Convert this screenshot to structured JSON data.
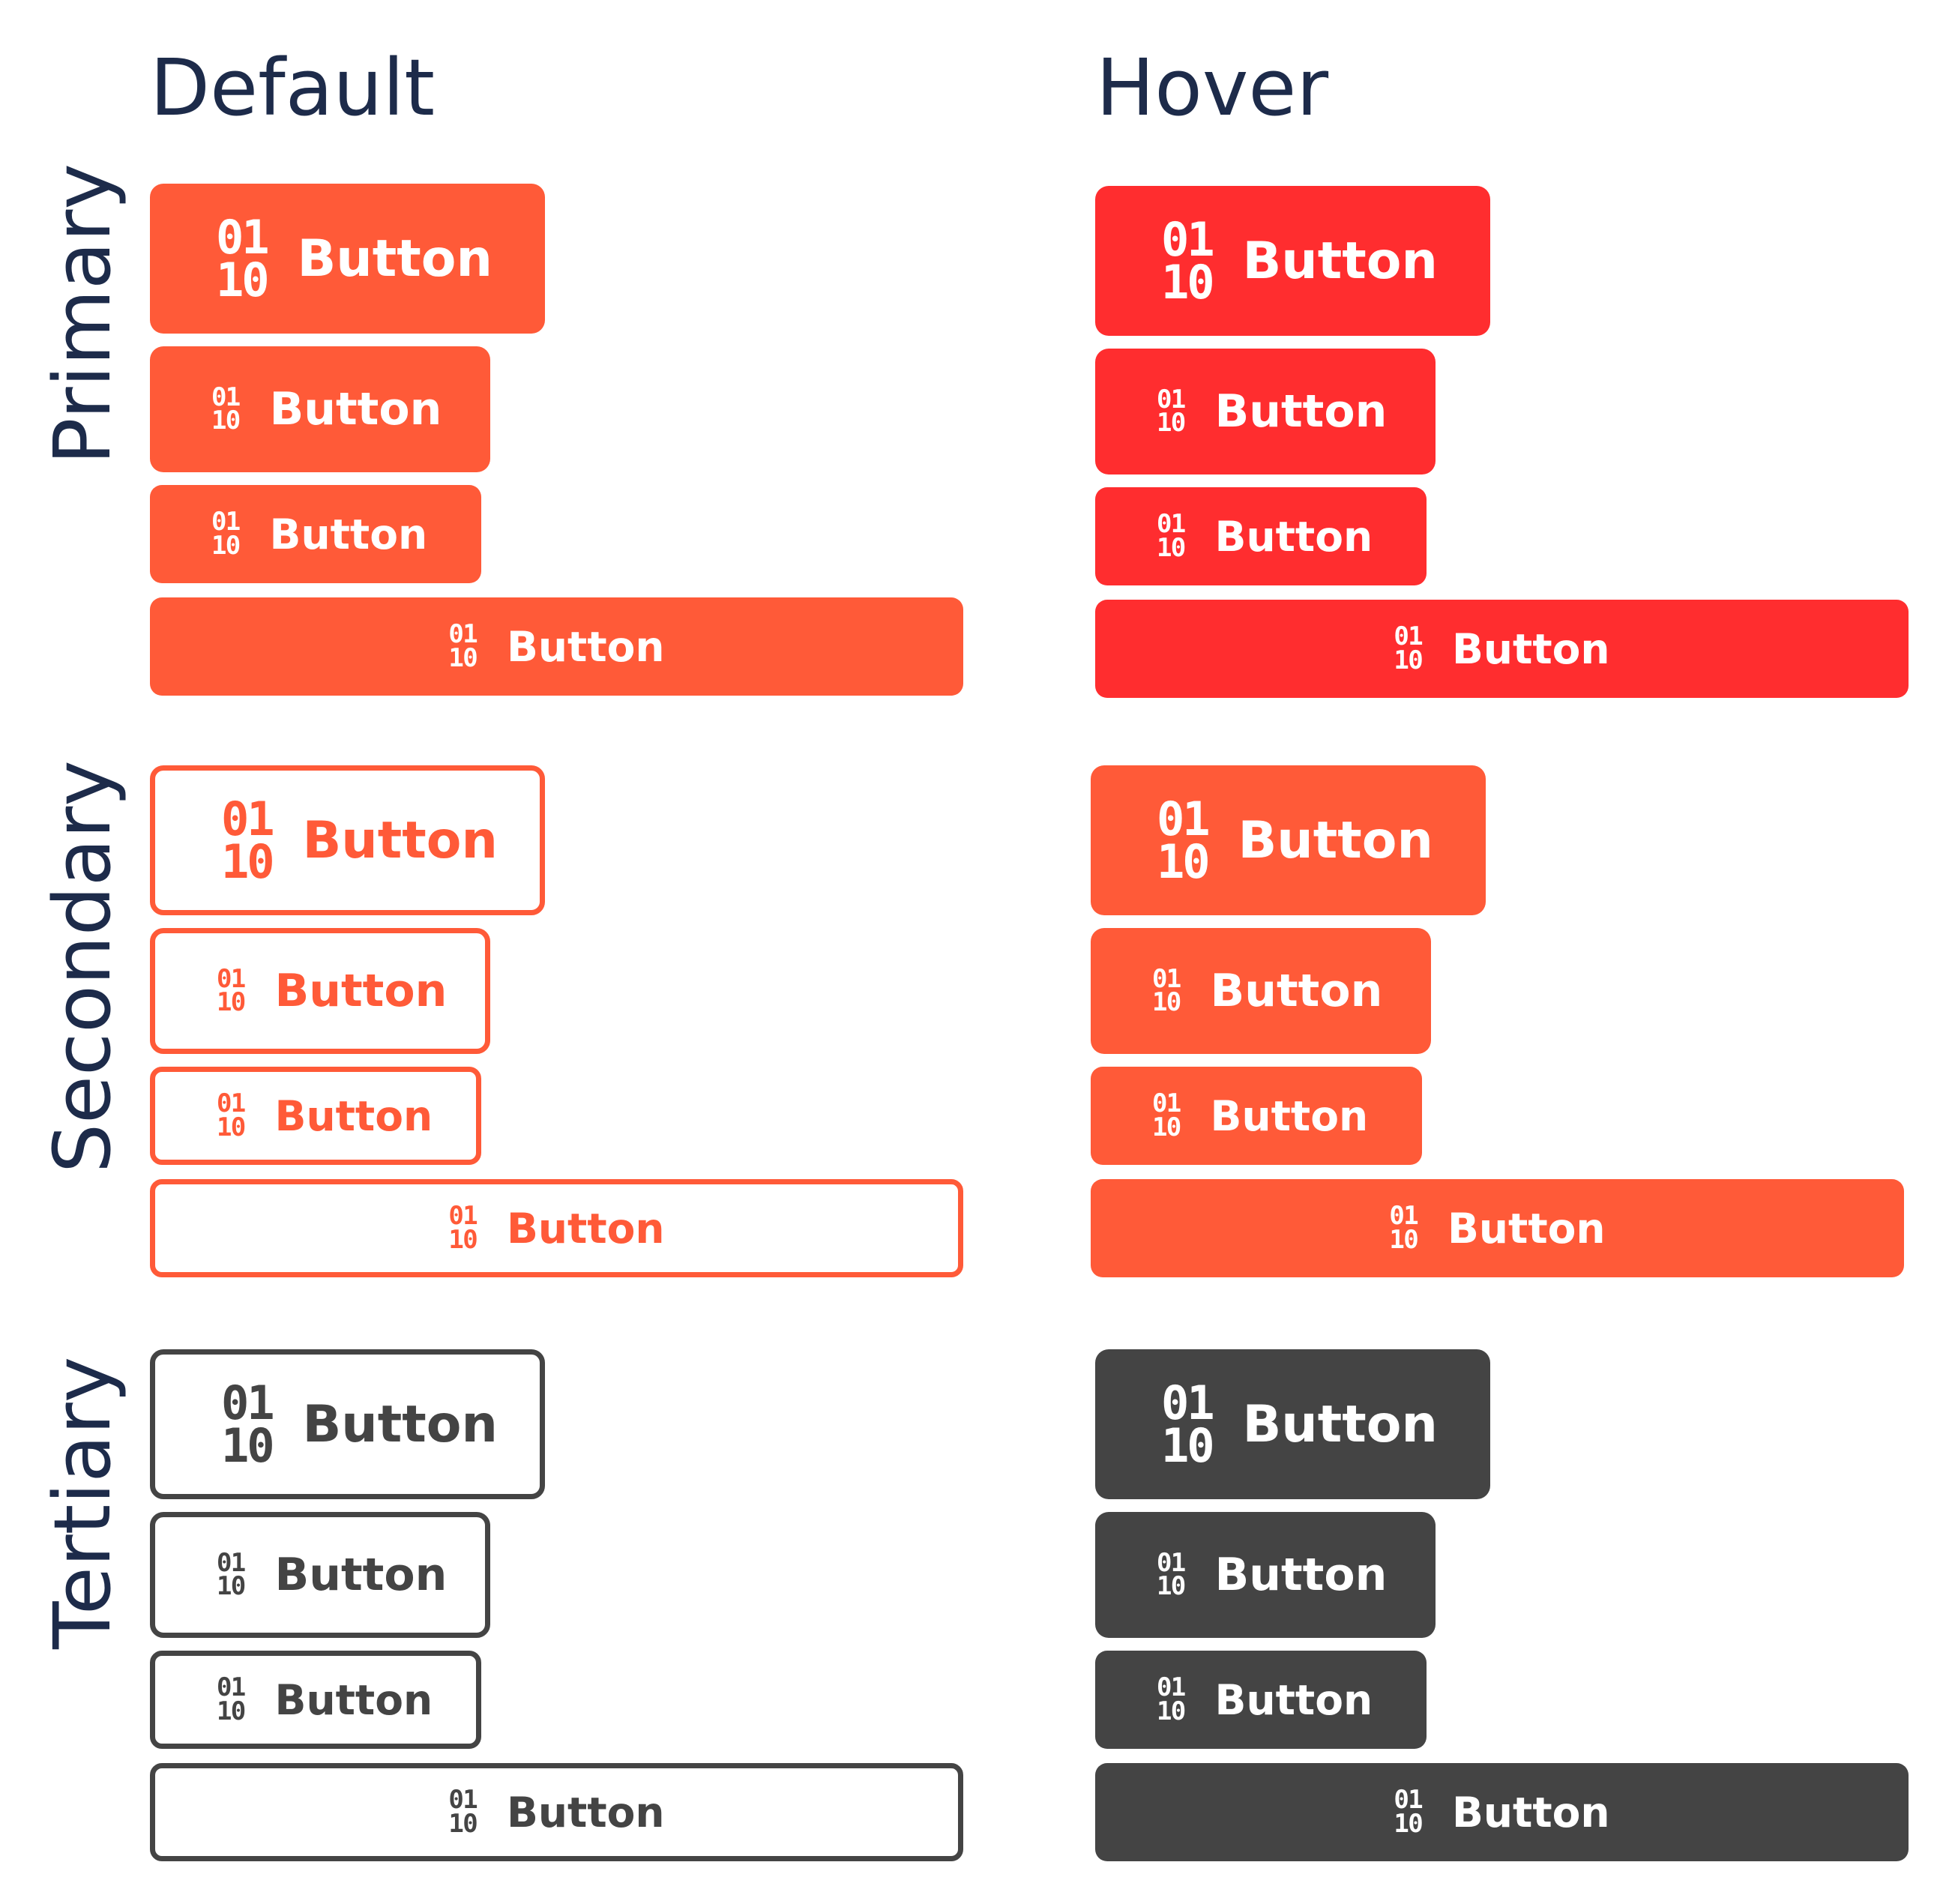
{
  "columns": {
    "default": "Default",
    "hover": "Hover"
  },
  "rows": {
    "primary": "Primary",
    "secondary": "Secondary",
    "tertiary": "Tertiary"
  },
  "button": {
    "label": "Button",
    "icon_name": "binary-icon",
    "icon_line1": "01",
    "icon_line2": "10"
  },
  "colors": {
    "primary_default": "#ff5a38",
    "primary_hover": "#ff2d2f",
    "secondary_default_border": "#ff5a38",
    "secondary_hover": "#ff5a38",
    "tertiary_default_border": "#444444",
    "tertiary_hover": "#444444",
    "title_text": "#1d2b4a"
  }
}
